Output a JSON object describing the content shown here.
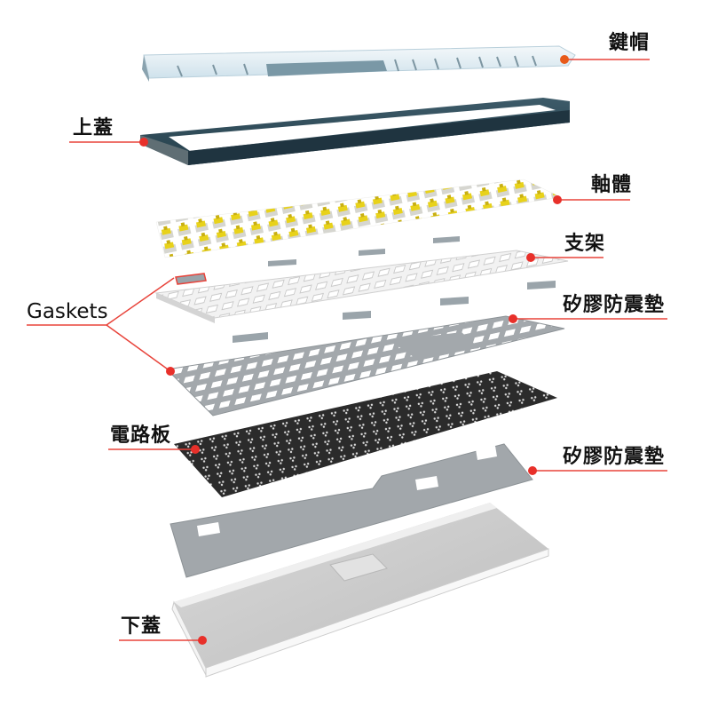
{
  "colors": {
    "leader_line": "#e8433a",
    "dot": "#e8302a",
    "dot_keycap": "#e85a1a",
    "keycap_light": "#d7e7ef",
    "keycap_dark": "#7a98a6",
    "top_case": "#2f4c5a",
    "switch_yellow": "#e8d21a",
    "plate_white": "#f0f0f0",
    "foam_grey": "#a2a7ab",
    "pcb_black": "#2b2b2b",
    "bottom_case": "#eeeeee"
  },
  "labels": {
    "keycaps": "鍵帽",
    "top_case": "上蓋",
    "switches": "軸體",
    "plate": "支架",
    "gaskets": "Gaskets",
    "plate_foam": "矽膠防震墊",
    "pcb": "電路板",
    "bottom_foam": "矽膠防震墊",
    "bottom_case": "下蓋"
  }
}
